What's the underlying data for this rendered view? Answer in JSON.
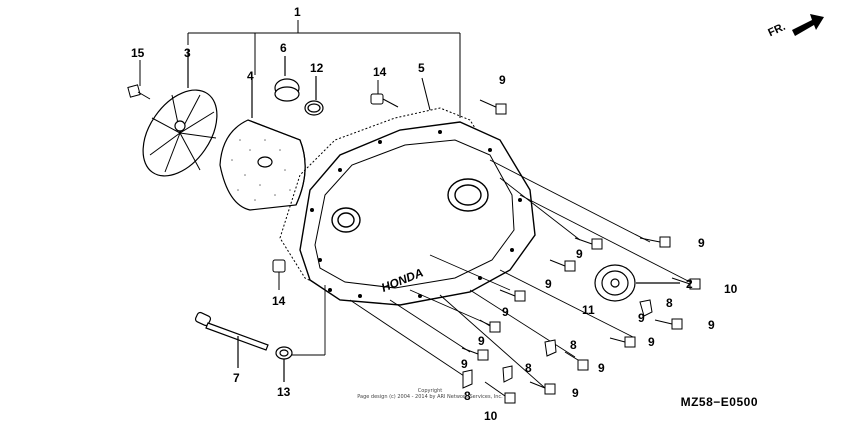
{
  "diagram": {
    "direction_label": "FR.",
    "reference_code": "MZ58−E0500",
    "copyright_lines": [
      "Copyright",
      "Page design (c) 2004 - 2014 by ARI Network Services, Inc."
    ],
    "callouts": {
      "c1": "1",
      "c2": "2",
      "c3": "3",
      "c4": "4",
      "c5": "5",
      "c6": "6",
      "c7": "7",
      "c8a": "8",
      "c8b": "8",
      "c8c": "8",
      "c8d": "8",
      "c9a": "9",
      "c9b": "9",
      "c9c": "9",
      "c9d": "9",
      "c9e": "9",
      "c9f": "9",
      "c9g": "9",
      "c9h": "9",
      "c9i": "9",
      "c9j": "9",
      "c9k": "9",
      "c9l": "9",
      "c10a": "10",
      "c10b": "10",
      "c11": "11",
      "c12": "12",
      "c13": "13",
      "c14a": "14",
      "c14b": "14",
      "c15": "15"
    }
  }
}
